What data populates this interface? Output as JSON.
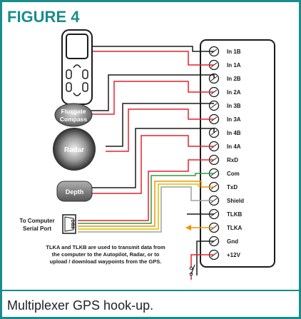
{
  "figure_title": "FIGURE 4",
  "caption": "Multiplexer GPS hook-up.",
  "terminals": [
    "In 1B",
    "In 1A",
    "In 2B",
    "In 2A",
    "In 3B",
    "In 3A",
    "In 4B",
    "In 4A",
    "RxD",
    "Com",
    "TxD",
    "Shield",
    "TLKB",
    "TLKA",
    "Gnd",
    "+12V"
  ],
  "devices": {
    "fluxgate_line1": "Fluxgate",
    "fluxgate_line2": "Compass",
    "radar": "Radar",
    "depth": "Depth",
    "db9": "DB9"
  },
  "computer_label_line1": "To Computer",
  "computer_label_line2": "Serial Port",
  "note_lines": [
    "TLKA and TLKB are used to transmit data from",
    "the computer to the Autopilot, Radar, or to",
    "upload / download waypoints from the GPS."
  ],
  "colors": {
    "accent": "#1a8c8c",
    "wire_red": "#e8212b",
    "wire_black": "#1a1a1a",
    "wire_green": "#2e9e3a",
    "wire_orange": "#f39200",
    "wire_yellow": "#d9c200",
    "wire_gray": "#a0a0a0"
  },
  "icons": [
    "gps-device-icon",
    "fluxgate-compass-icon",
    "radar-icon",
    "depth-sounder-icon",
    "db9-connector-icon",
    "power-switch-icon"
  ]
}
